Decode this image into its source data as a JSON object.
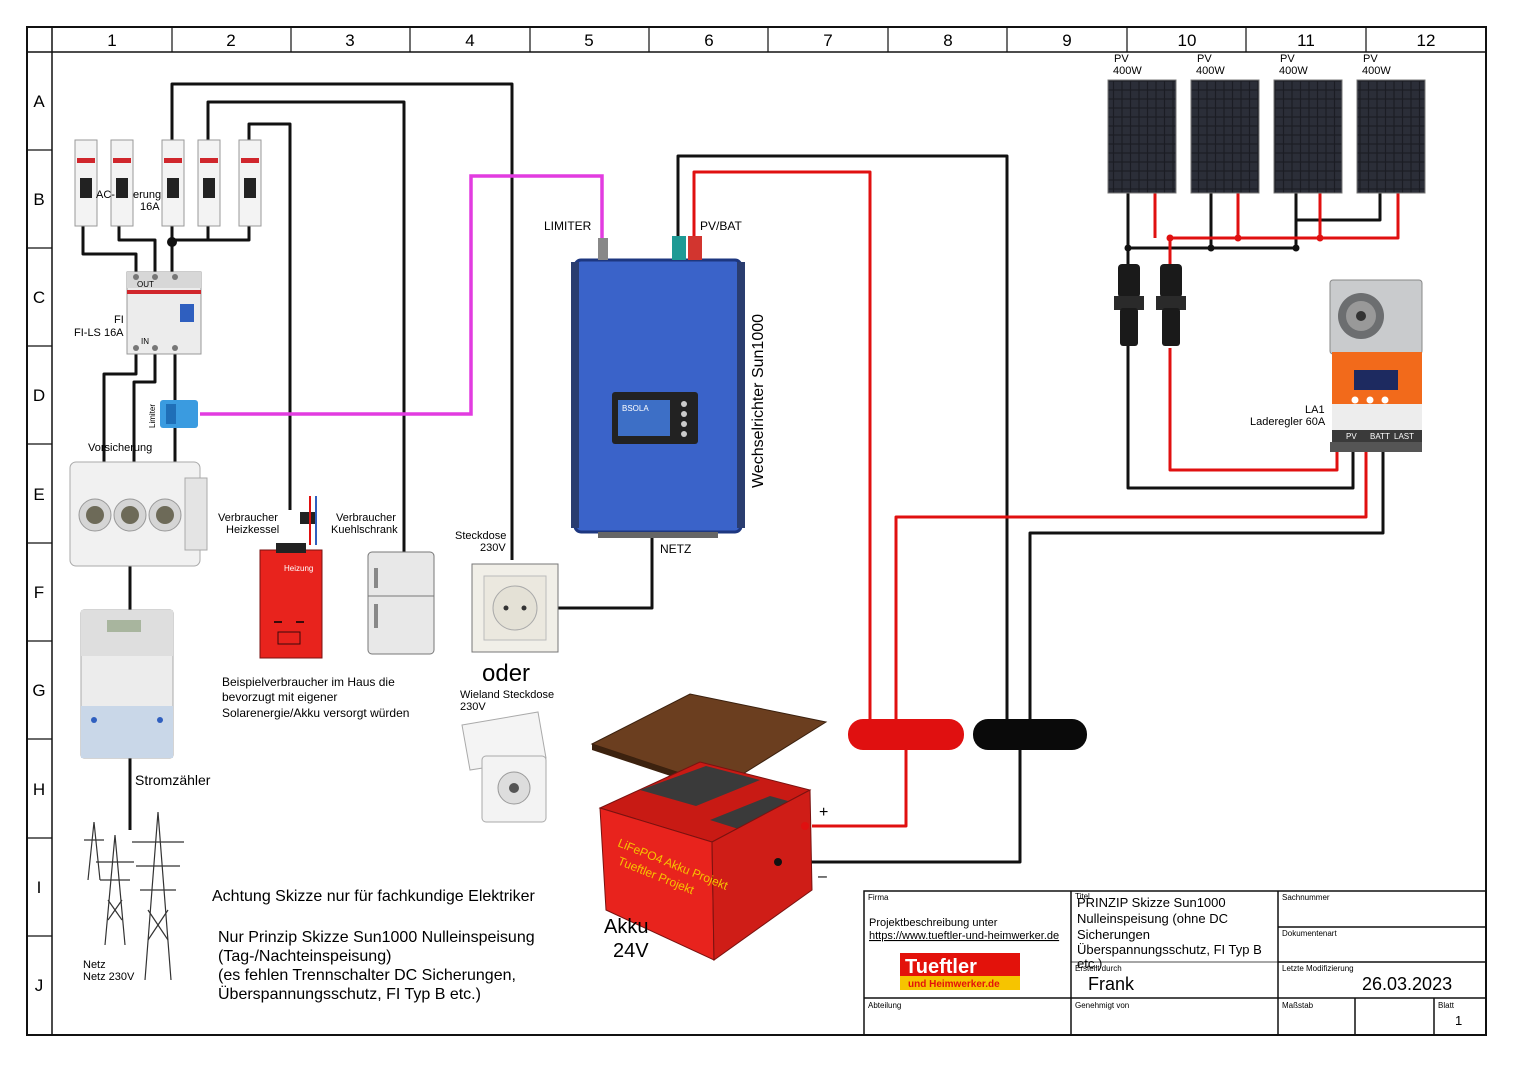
{
  "grid": {
    "columns": [
      "1",
      "2",
      "3",
      "4",
      "5",
      "6",
      "7",
      "8",
      "9",
      "10",
      "11",
      "12"
    ],
    "rows": [
      "A",
      "B",
      "C",
      "D",
      "E",
      "F",
      "G",
      "H",
      "I",
      "J"
    ]
  },
  "labels": {
    "pv_panels": [
      {
        "line1": "PV",
        "line2": "400W"
      },
      {
        "line1": "PV",
        "line2": "400W"
      },
      {
        "line1": "PV",
        "line2": "400W"
      },
      {
        "line1": "PV",
        "line2": "400W"
      }
    ],
    "breaker_label_a": "AC-",
    "breaker_label_b": "erung",
    "breaker_label_c": "16A",
    "breaker_out": "OUT",
    "breaker_in": "IN",
    "fi_label_1": "FI",
    "fi_label_2": "FI-LS 16A",
    "limiter_small": "Limiter",
    "vorsicherung": "Vorsicherung",
    "verbraucher_heiz_1": "Verbraucher",
    "verbraucher_heiz_2": "Heizkessel",
    "heizung_text": "Heizung",
    "verbraucher_kuehl_1": "Verbraucher",
    "verbraucher_kuehl_2": "Kuehlschrank",
    "steckdose_1": "Steckdose",
    "steckdose_2": "230V",
    "limiter_label": "LIMITER",
    "pvbat_label": "PV/BAT",
    "netz_label": "NETZ",
    "inverter_name": "Wechselrichter Sun1000",
    "inverter_screen": "BSOLA",
    "laderegler_1": "LA1",
    "laderegler_2": "Laderegler 60A",
    "ctrl_pv": "PV",
    "ctrl_batt": "BATT",
    "ctrl_last": "LAST",
    "stromzaehler": "Stromzähler",
    "beispiel_1": "Beispielverbraucher im Haus die",
    "beispiel_2": "bevorzugt mit eigener",
    "beispiel_3": "Solarenergie/Akku versorgt würden",
    "oder": "oder",
    "wieland_1": "Wieland Steckdose",
    "wieland_2": "230V",
    "plus": "+",
    "minus": "–",
    "battery_text_1": "LiFePO4 Akku Projekt",
    "battery_text_2": "Tueftler Projekt",
    "akku_1": "Akku",
    "akku_2": "24V",
    "achtung": "Achtung Skizze nur für fachkundige Elektriker",
    "nur_prinzip_1": "Nur Prinzip Skizze Sun1000 Nulleinspeisung",
    "nur_prinzip_2": "(Tag-/Nachteinspeisung)",
    "nur_prinzip_3": "(es fehlen Trennschalter DC Sicherungen,",
    "nur_prinzip_4": "Überspannungsschutz, FI Typ B etc.)",
    "netz_1": "Netz",
    "netz_2": "Netz 230V"
  },
  "title_block": {
    "firma_label": "Firma",
    "projekt_1": "Projektbeschreibung unter",
    "projekt_link": "https://www.tueftler-und-heimwerker.de",
    "logo_top": "Tueftler",
    "logo_bottom": "und Heimwerker.de",
    "titel_label": "Titel",
    "titel_1": "PRINZIP Skizze Sun1000",
    "titel_2": "Nulleinspeisung (ohne DC",
    "titel_3": "Sicherungen",
    "titel_4": "Überspannungsschutz, FI Typ B",
    "titel_5": "etc.)",
    "erstellt_label": "Erstellt durch",
    "erstellt_value": "Frank",
    "sachnummer_label": "Sachnummer",
    "dokumentenart_label": "Dokumentenart",
    "modifizierung_label": "Letzte Modifizierung",
    "modifizierung_value": "26.03.2023",
    "abteilung_label": "Abteilung",
    "genehmigt_label": "Genehmigt von",
    "massstab_label": "Maßstab",
    "blatt_label": "Blatt",
    "blatt_value": "1"
  },
  "colors": {
    "wire_black": "#111111",
    "wire_red": "#e01010",
    "wire_magenta": "#e23ce0",
    "inverter_blue": "#3a63c9",
    "battery_red": "#e8231d",
    "controller_orange": "#f26a1b",
    "logo_red": "#e3120b",
    "logo_yellow": "#f6c400"
  }
}
